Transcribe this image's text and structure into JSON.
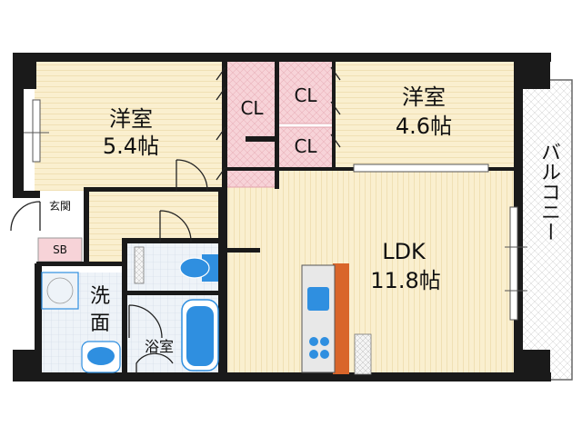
{
  "rooms": {
    "western_left": {
      "name": "洋室",
      "size": "5.4帖"
    },
    "western_right": {
      "name": "洋室",
      "size": "4.6帖"
    },
    "ldk": {
      "name": "LDK",
      "size": "11.8帖"
    },
    "closet_1": "CL",
    "closet_2": "CL",
    "closet_3": "CL",
    "entrance": "玄関",
    "shoe_box": "SB",
    "washroom_a": "洗",
    "washroom_b": "面",
    "bathroom": "浴室",
    "balcony": "バルコニー"
  },
  "colors": {
    "floor_yellow": "#faefcf",
    "closet_pink": "#f7d3d8",
    "wet_area": "#eef3f8",
    "fixture_blue": "#2f8fe0",
    "wall": "#1a1a1a",
    "kitchen_wood": "#d9652a"
  }
}
